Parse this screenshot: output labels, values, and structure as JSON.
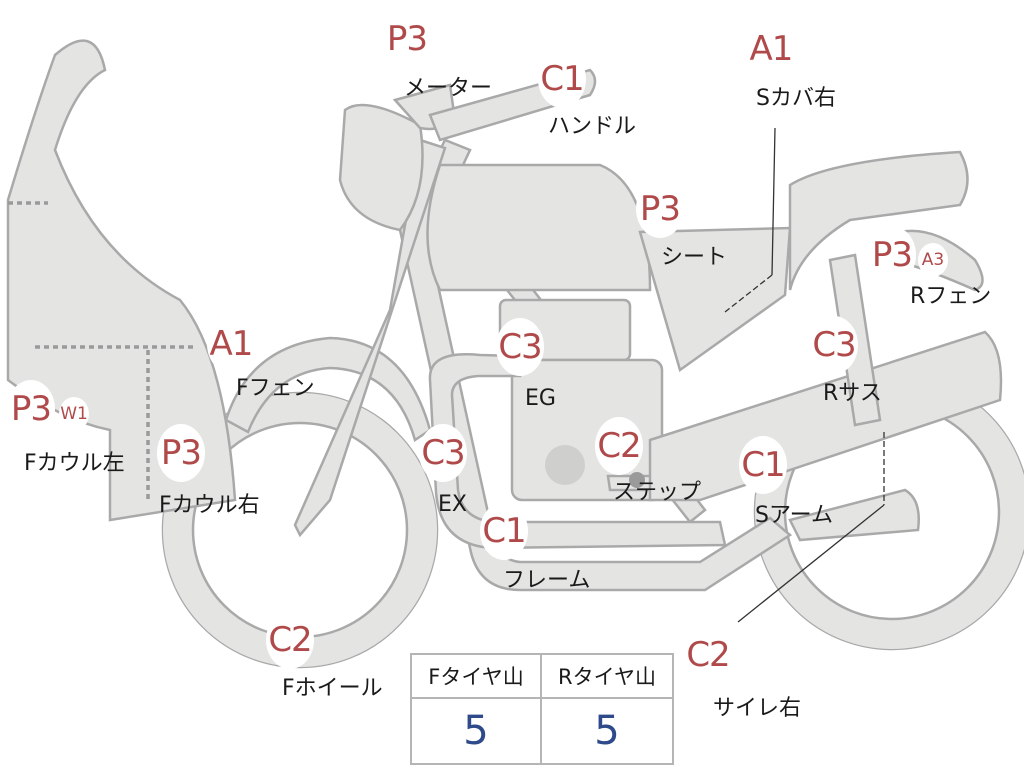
{
  "colors": {
    "part_fill": "#e4e4e2",
    "part_stroke": "#a9a9a9",
    "grade_text": "#b04a4a",
    "tread_value_text": "#2e4a8a"
  },
  "parts": {
    "meter": {
      "grade": "P3",
      "label": "メーター"
    },
    "handle": {
      "grade": "C1",
      "label": "ハンドル"
    },
    "side_cover_right": {
      "grade": "A1",
      "label": "Sカバ右"
    },
    "seat": {
      "grade": "P3",
      "label": "シート"
    },
    "rear_fender": {
      "grade": "P3",
      "grade2": "A3",
      "label": "Rフェン"
    },
    "front_fender": {
      "grade": "A1",
      "label": "Fフェン"
    },
    "engine": {
      "grade": "C3",
      "label": "EG"
    },
    "rear_suspension": {
      "grade": "C3",
      "label": "Rサス"
    },
    "front_cowl_left": {
      "grade": "P3",
      "grade2": "W1",
      "label": "Fカウル左"
    },
    "front_cowl_right": {
      "grade": "P3",
      "label": "Fカウル右"
    },
    "exhaust": {
      "grade": "C3",
      "label": "EX"
    },
    "step": {
      "grade": "C2",
      "label": "ステップ"
    },
    "swing_arm": {
      "grade": "C1",
      "label": "Sアーム"
    },
    "frame": {
      "grade": "C1",
      "label": "フレーム"
    },
    "front_wheel": {
      "grade": "C2",
      "label": "Fホイール"
    },
    "silencer_right": {
      "grade": "C2",
      "label": "サイレ右"
    }
  },
  "tire_tread": {
    "front_header": "Fタイヤ山",
    "rear_header": "Rタイヤ山",
    "front_value": "5",
    "rear_value": "5"
  }
}
